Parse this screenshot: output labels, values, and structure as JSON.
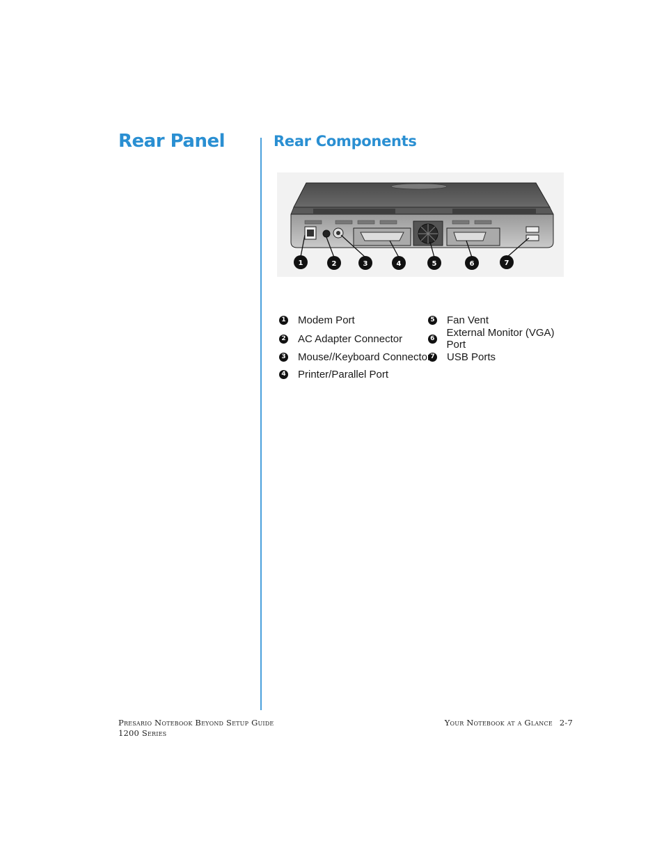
{
  "page": {
    "section_title": "Rear Panel",
    "subsection_title": "Rear Components"
  },
  "figure": {
    "callouts": [
      "1",
      "2",
      "3",
      "4",
      "5",
      "6",
      "7"
    ]
  },
  "legend": [
    {
      "num": "1",
      "label": "Modem Port"
    },
    {
      "num": "2",
      "label": "AC Adapter Connector"
    },
    {
      "num": "3",
      "label": "Mouse//Keyboard Connector"
    },
    {
      "num": "4",
      "label": "Printer/Parallel Port"
    },
    {
      "num": "5",
      "label": "Fan Vent"
    },
    {
      "num": "6",
      "label": "External Monitor (VGA) Port"
    },
    {
      "num": "7",
      "label": "USB Ports"
    }
  ],
  "footer": {
    "left_line1": "Presario Notebook Beyond Setup Guide",
    "left_line2": "1200 Series",
    "right_text": "Your Notebook at a Glance",
    "page_number": "2-7"
  },
  "colors": {
    "accent": "#2a8fd2",
    "rule": "#4aa0dc"
  }
}
